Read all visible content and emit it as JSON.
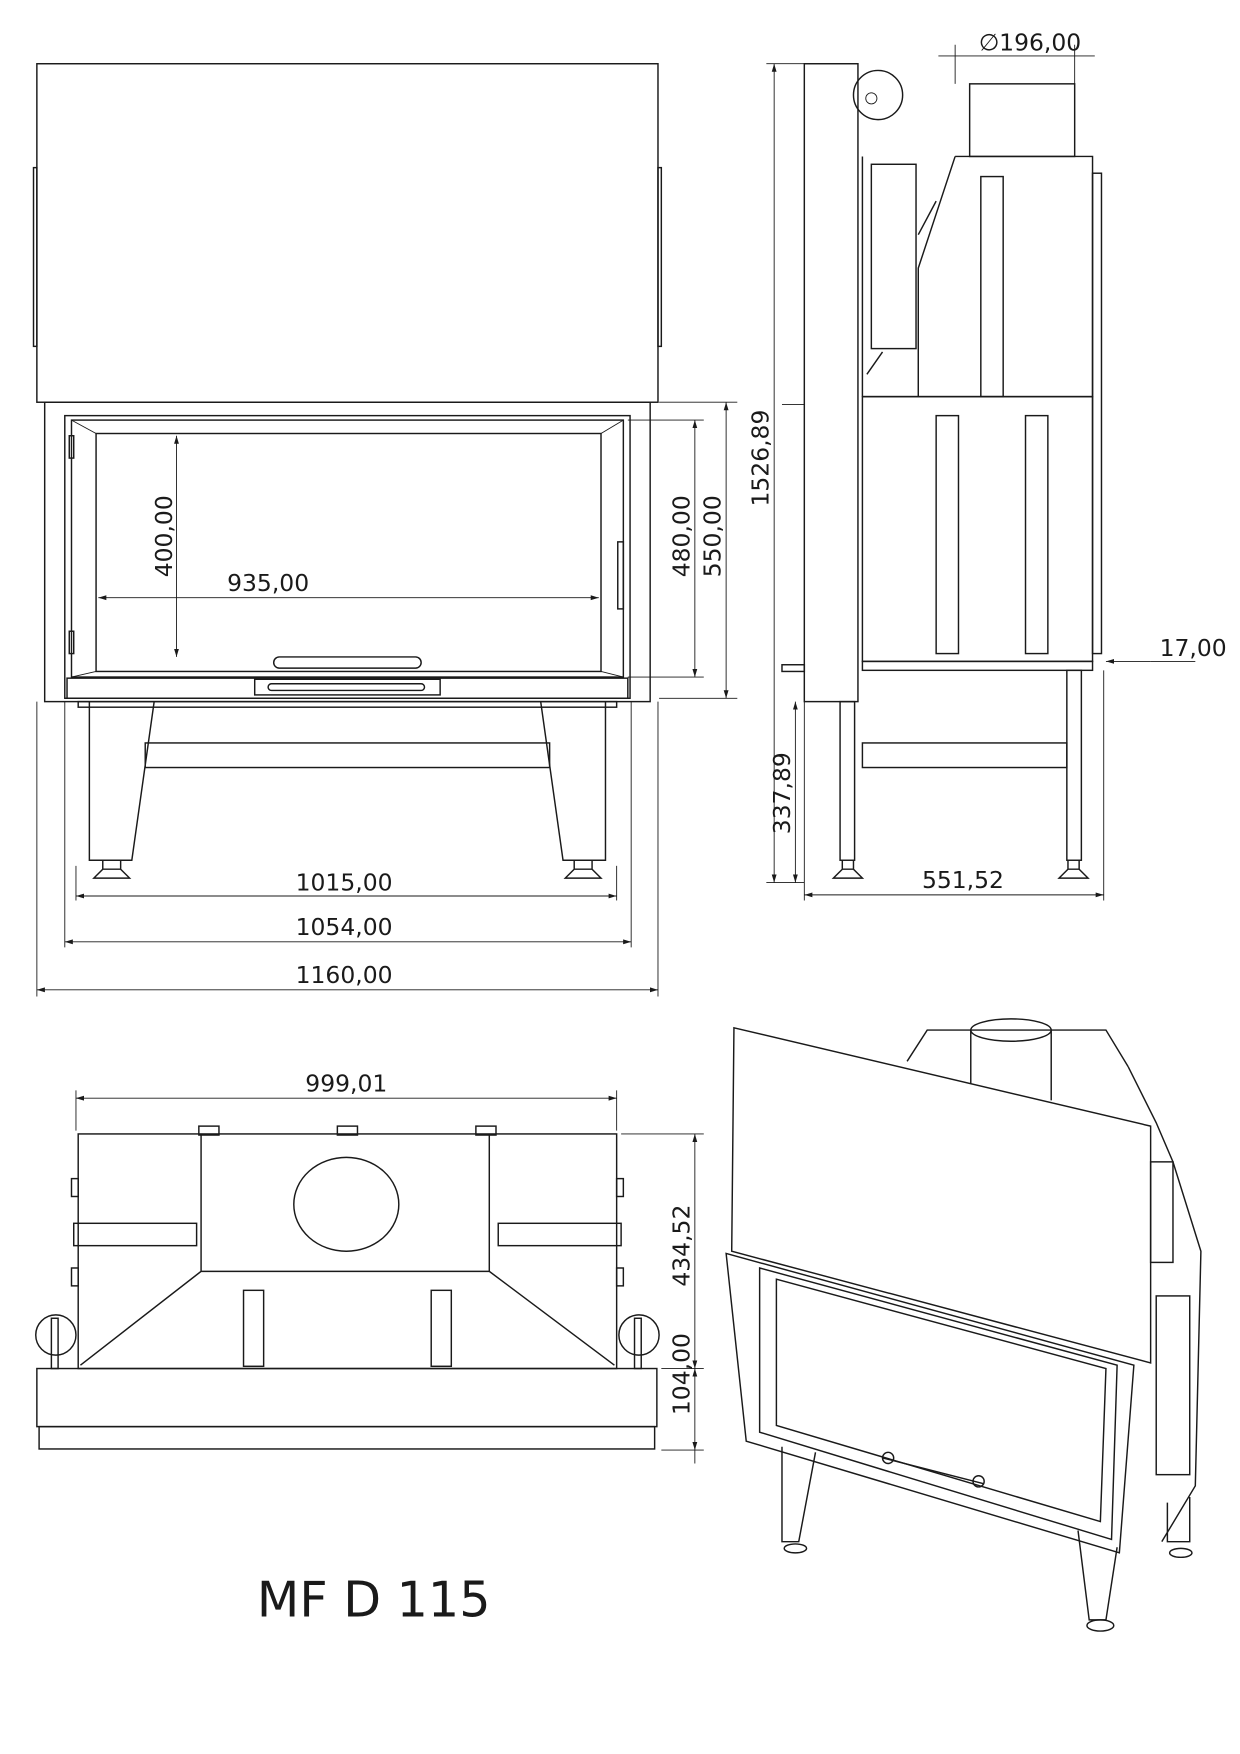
{
  "title": "MF D 115",
  "front_view": {
    "height_glass": "400,00",
    "width_glass": "935,00",
    "height_door": "480,00",
    "height_frame": "550,00",
    "width_legs": "1015,00",
    "width_frame": "1054,00",
    "width_total": "1160,00"
  },
  "side_view": {
    "flue_diameter": "∅196,00",
    "height_total": "1526,89",
    "height_legs": "337,89",
    "depth": "551,52",
    "offset": "17,00"
  },
  "top_view": {
    "width": "999,01",
    "depth_body": "434,52",
    "depth_front": "104,00"
  }
}
